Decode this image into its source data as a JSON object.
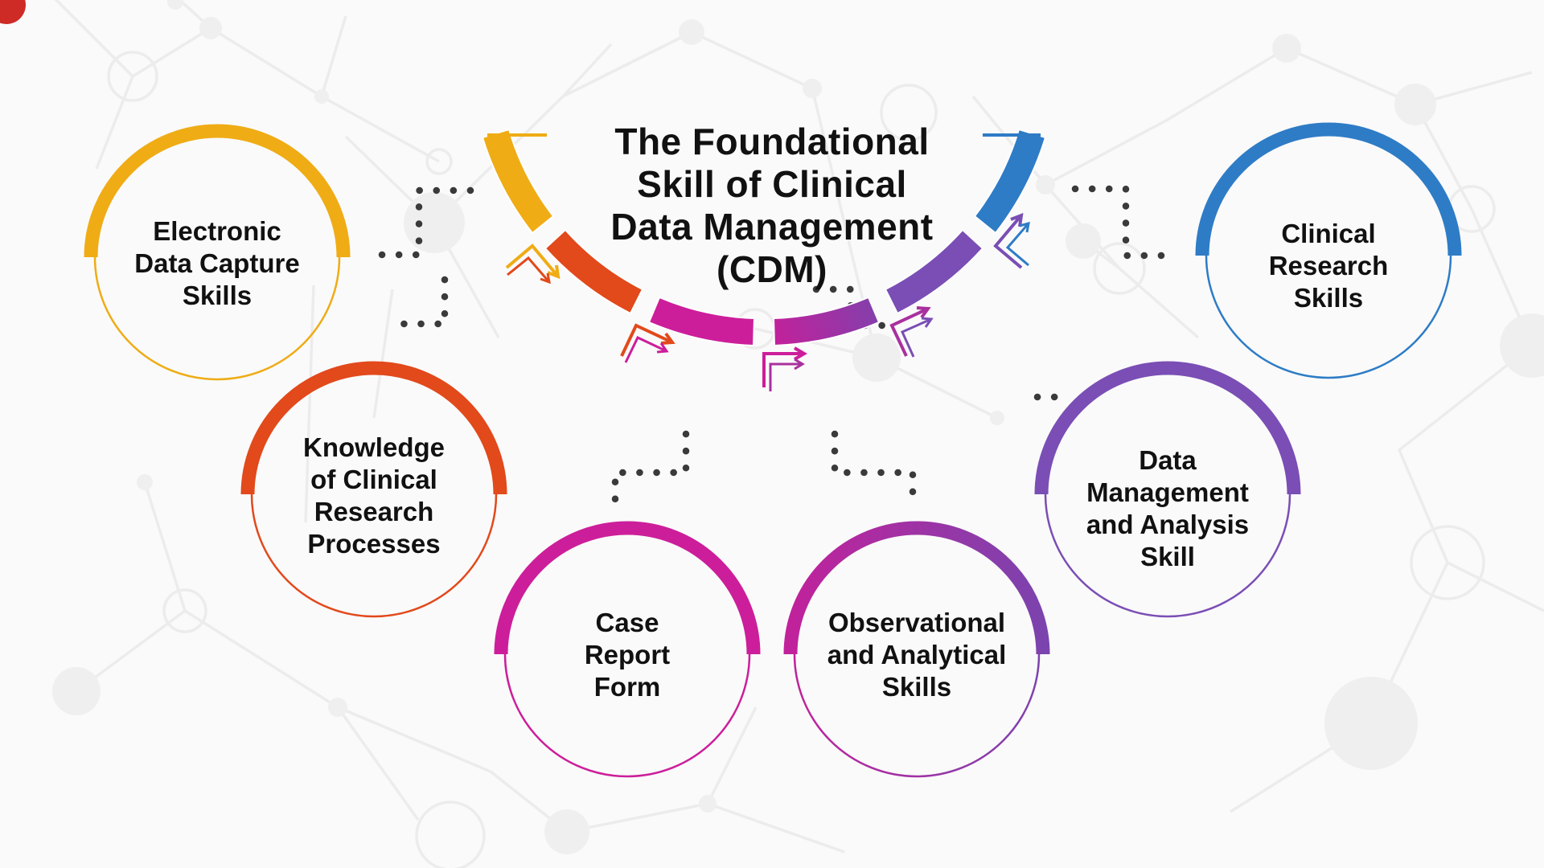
{
  "title": {
    "line1": "The Foundational",
    "line2": "Skill of Clinical",
    "line3": "Data Management",
    "line4": "(CDM)"
  },
  "colors": {
    "yellow": "#EFAC15",
    "orange": "#E2491B",
    "magenta": "#CC1E9A",
    "gradient_start": "#C2219B",
    "gradient_mid": "#A9309F",
    "gradient_end": "#8140AC",
    "purple": "#7A4EB5",
    "blue": "#2E7CC6",
    "dots": "#3A3A3A",
    "text": "#111111",
    "background": "#FAFAFA",
    "pattern": "#ECECEC",
    "corner_red": "#CE2B26",
    "white": "#FFFFFF"
  },
  "nodes": [
    {
      "id": "electronic-data-capture",
      "lines": [
        "Electronic",
        "Data Capture",
        "Skills"
      ],
      "color": "#EFAC15"
    },
    {
      "id": "knowledge-clinical-research",
      "lines": [
        "Knowledge",
        "of Clinical",
        "Research",
        "Processes"
      ],
      "color": "#E2491B"
    },
    {
      "id": "case-report-form",
      "lines": [
        "Case",
        "Report",
        "Form"
      ],
      "color": "#CC1E9A"
    },
    {
      "id": "observational-analytical",
      "lines": [
        "Observational",
        "and Analytical",
        "Skills"
      ],
      "color_start": "#C2219B",
      "color_end": "#7A44AE"
    },
    {
      "id": "data-management-analysis",
      "lines": [
        "Data",
        "Management",
        "and Analysis",
        "Skill"
      ],
      "color": "#7A4EB5"
    },
    {
      "id": "clinical-research-skills",
      "lines": [
        "Clinical",
        "Research",
        "Skills"
      ],
      "color": "#2E7CC6"
    }
  ],
  "arc_segments": [
    {
      "name": "segment-electronic-data-capture",
      "color": "#EFAC15"
    },
    {
      "name": "segment-knowledge-clinical-research",
      "color": "#E2491B"
    },
    {
      "name": "segment-case-report-form",
      "color": "#CC1E9A"
    },
    {
      "name": "segment-observational-analytical",
      "color_start": "#C2219B",
      "color_end": "#8140AC"
    },
    {
      "name": "segment-data-management-analysis",
      "color": "#7A4EB5"
    },
    {
      "name": "segment-clinical-research-skills",
      "color": "#2E7CC6"
    }
  ]
}
